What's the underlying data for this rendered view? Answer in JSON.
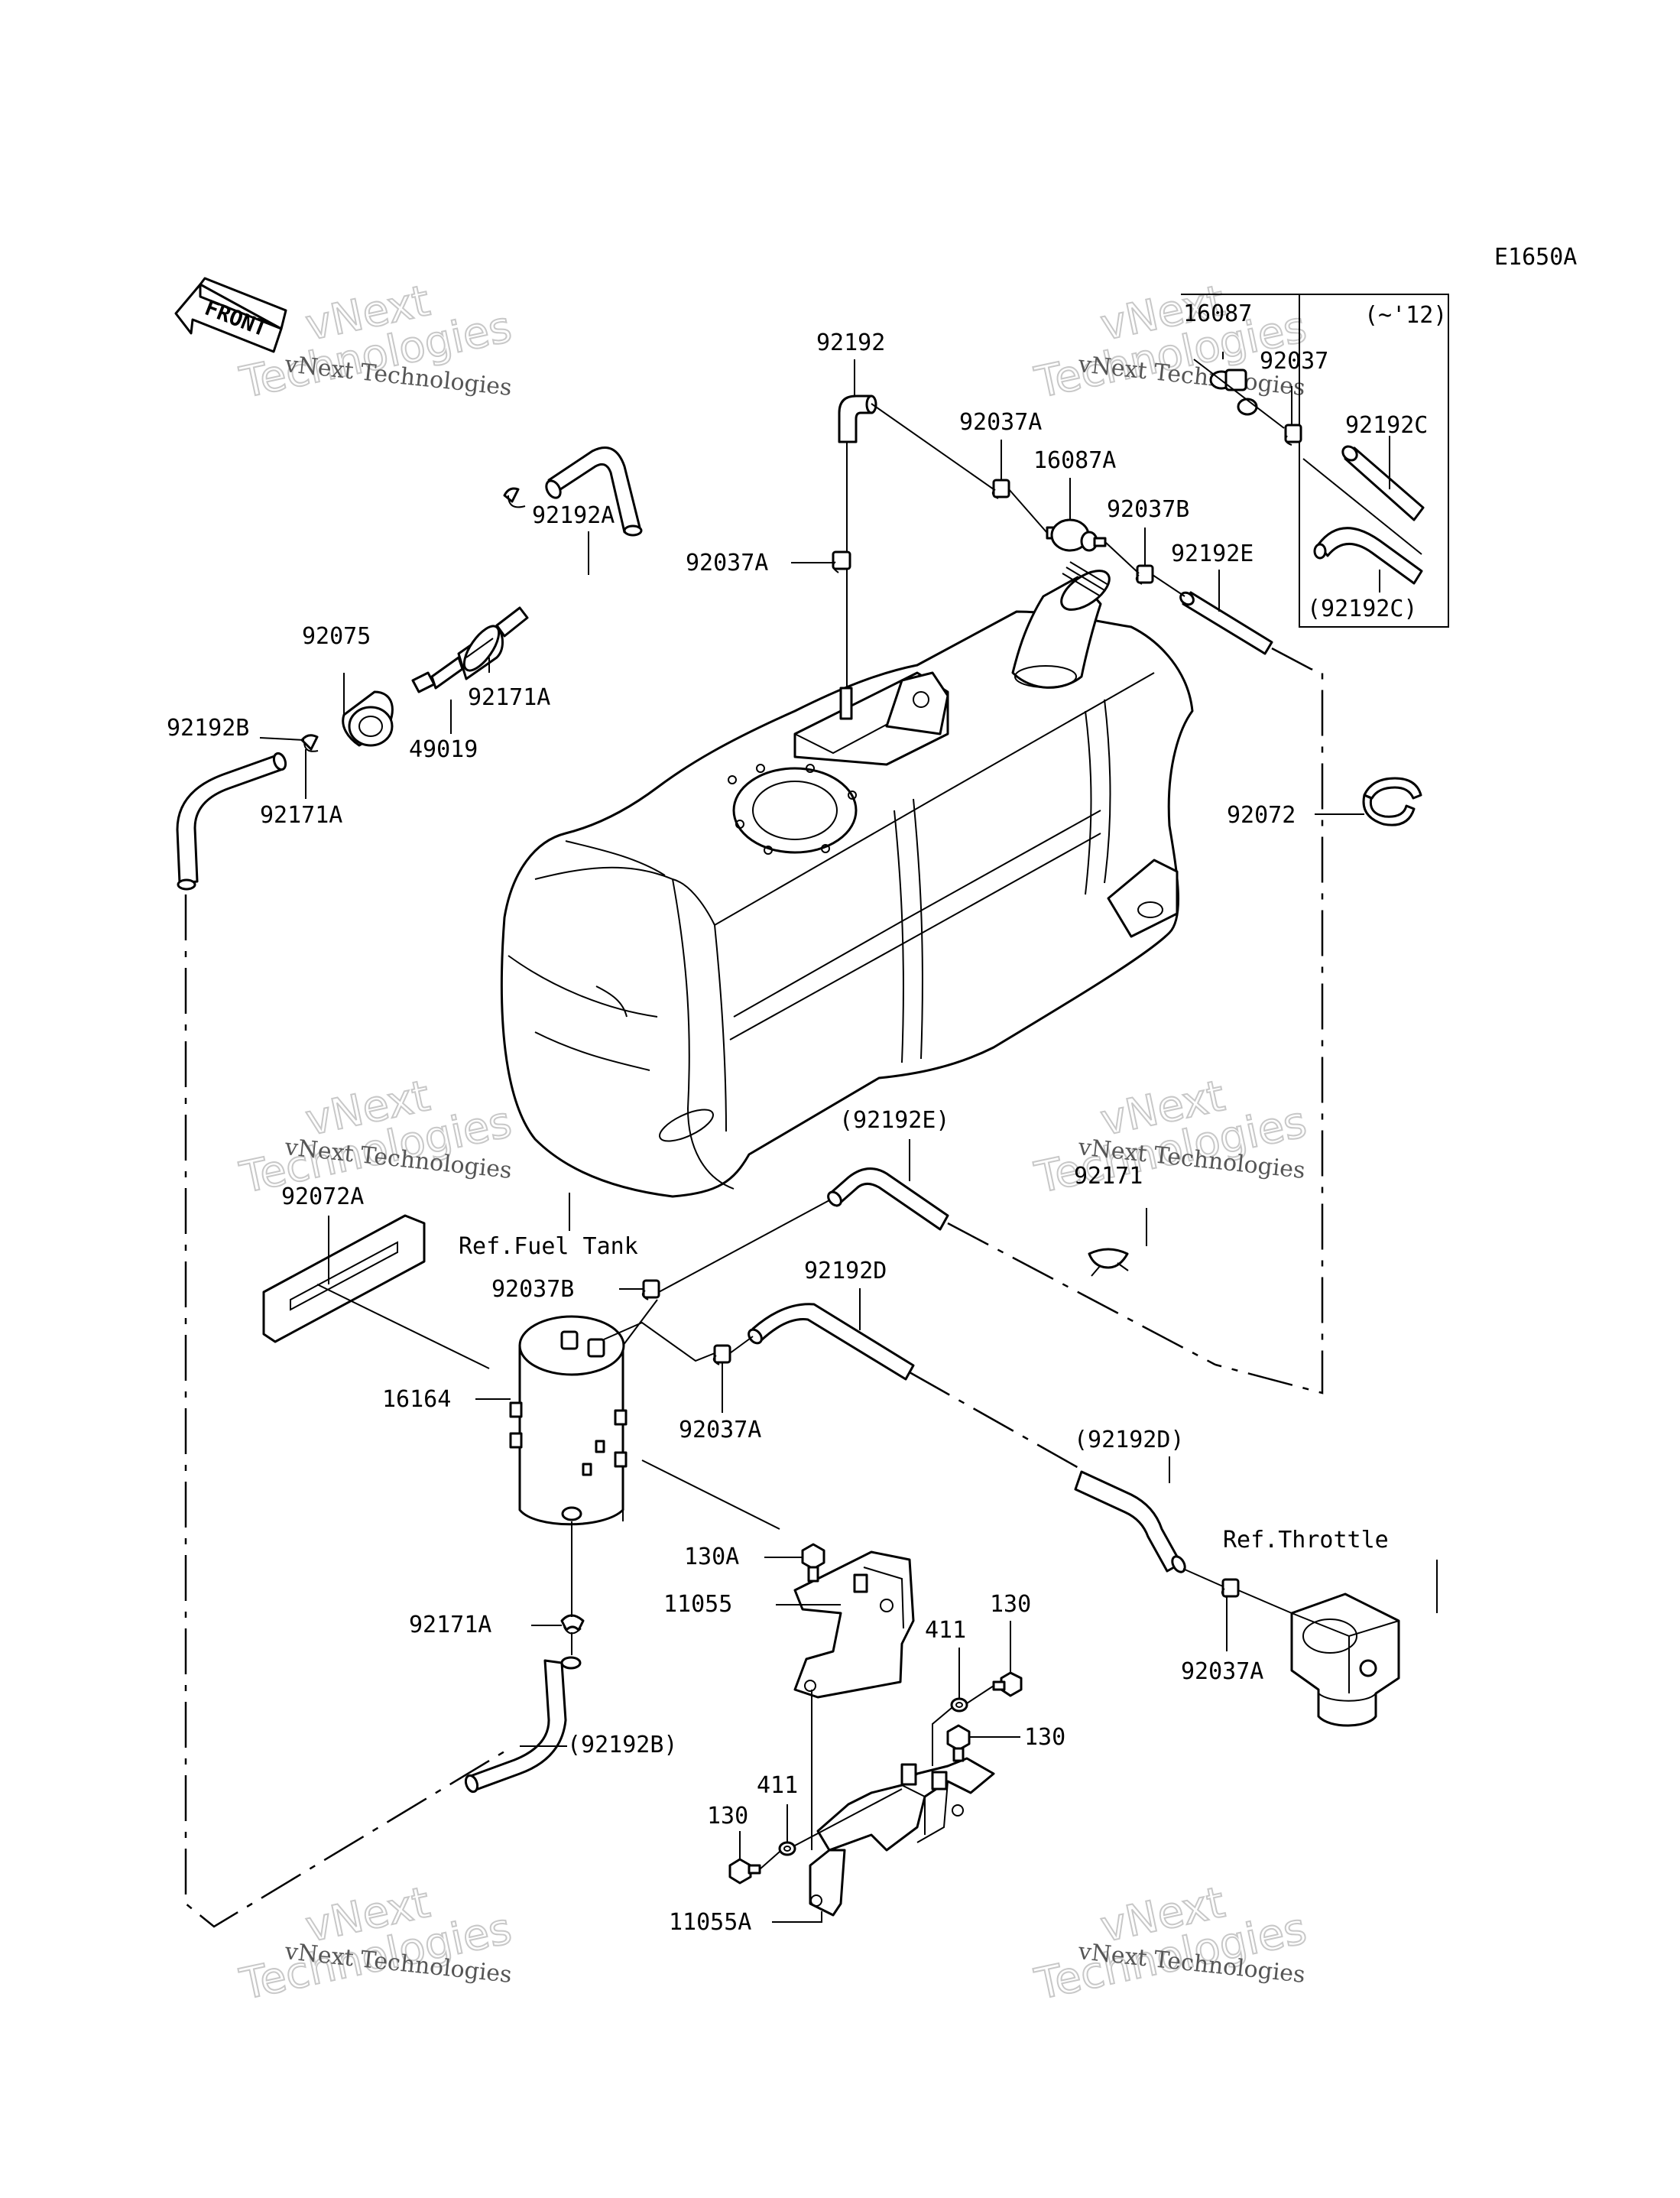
{
  "diagram": {
    "code": "E1650A",
    "front_label": "FRONT",
    "inset_note": "(~'12)",
    "labels": {
      "l_16087": "16087",
      "l_92037": "92037",
      "l_92192C": "92192C",
      "l_92192C_ref": "(92192C)",
      "l_92192": "92192",
      "l_92037A_top": "92037A",
      "l_16087A": "16087A",
      "l_92037B_top": "92037B",
      "l_92192E": "92192E",
      "l_92037A_mid": "92037A",
      "l_92192A": "92192A",
      "l_92075": "92075",
      "l_92171A_top": "92171A",
      "l_49019": "49019",
      "l_92192B": "92192B",
      "l_92171A_left": "92171A",
      "l_92072": "92072",
      "l_92192E_ref": "(92192E)",
      "l_92171": "92171",
      "l_92072A": "92072A",
      "l_ref_fuel_tank": "Ref.Fuel Tank",
      "l_92037B_low": "92037B",
      "l_92192D": "92192D",
      "l_16164": "16164",
      "l_92037A_low": "92037A",
      "l_92192D_ref": "(92192D)",
      "l_ref_throttle": "Ref.Throttle",
      "l_130A": "130A",
      "l_11055": "11055",
      "l_130_a": "130",
      "l_411_a": "411",
      "l_130_b": "130",
      "l_92171A_low": "92171A",
      "l_92037A_throttle": "92037A",
      "l_92192B_ref": "(92192B)",
      "l_411_b": "411",
      "l_130_c": "130",
      "l_11055A": "11055A"
    },
    "watermark": {
      "line1": "vNext Technologies",
      "line2": "vNext",
      "line3": "Technologies"
    }
  }
}
